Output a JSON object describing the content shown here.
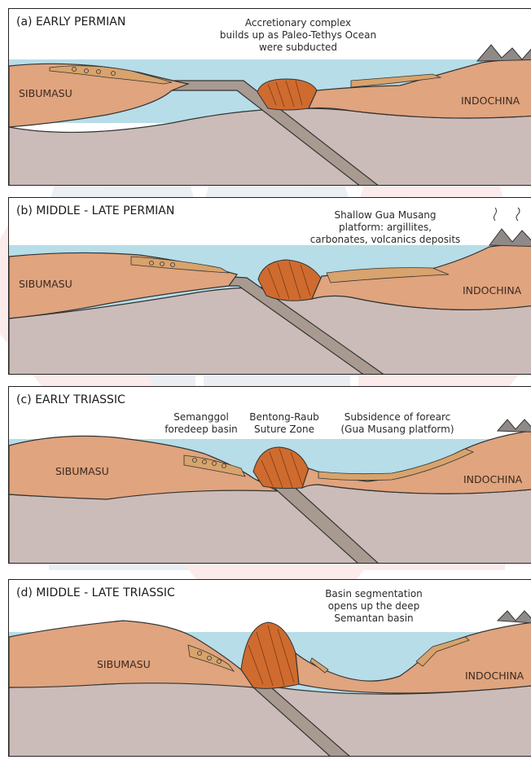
{
  "watermark": {
    "colors": [
      "#f4b8b8",
      "#b9c7d8"
    ]
  },
  "colors": {
    "crust": "#e0a47e",
    "mantle": "#cbbcb9",
    "ocean": "#b6dde8",
    "slab": "#a89a90",
    "accretion": "#cf6b2f",
    "sediment": "#d8a36c",
    "mountain": "#8f8a88"
  },
  "panels": [
    {
      "title": "(a) EARLY PERMIAN",
      "annotation": [
        "Accretionary complex",
        "builds up as Paleo-Tethys Ocean",
        "were subducted"
      ],
      "left_plate": "SIBUMASU",
      "right_plate": "INDOCHINA"
    },
    {
      "title": "(b) MIDDLE - LATE PERMIAN",
      "annotation": [
        "Shallow Gua Musang",
        "platform: argillites,",
        "carbonates, volcanics deposits"
      ],
      "left_plate": "SIBUMASU",
      "right_plate": "INDOCHINA"
    },
    {
      "title": "(c) EARLY TRIASSIC",
      "labels": [
        [
          "Semanggol",
          "foredeep basin"
        ],
        [
          "Bentong-Raub",
          "Suture Zone"
        ],
        [
          "Subsidence of forearc",
          "(Gua Musang platform)"
        ]
      ],
      "left_plate": "SIBUMASU",
      "right_plate": "INDOCHINA"
    },
    {
      "title": "(d) MIDDLE - LATE TRIASSIC",
      "annotation": [
        "Basin segmentation",
        "opens up the deep",
        "Semantan basin"
      ],
      "left_plate": "SIBUMASU",
      "right_plate": "INDOCHINA"
    }
  ]
}
